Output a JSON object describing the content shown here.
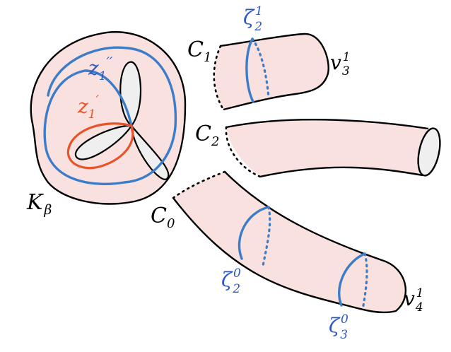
{
  "colors": {
    "surface_fill": "#f9e1df",
    "hole_fill": "#efefef",
    "outline": "#000000",
    "blue_curve": "#3d7cc9",
    "red_curve": "#e8532a",
    "blue_text": "#2f57c8",
    "red_text": "#e8532a"
  },
  "labels": {
    "K": {
      "main": "K",
      "sub": "β"
    },
    "z1pp": {
      "main": "z",
      "sub": "1",
      "sup": "′′"
    },
    "z1p": {
      "main": "z",
      "sub": "1",
      "sup": "′"
    },
    "C0": {
      "main": "C",
      "sub": "0"
    },
    "C1": {
      "main": "C",
      "sub": "1"
    },
    "C2": {
      "main": "C",
      "sub": "2"
    },
    "zeta21": {
      "main": "ζ",
      "sub": "2",
      "sup": "1"
    },
    "zeta20": {
      "main": "ζ",
      "sub": "2",
      "sup": "0"
    },
    "zeta30": {
      "main": "ζ",
      "sub": "3",
      "sup": "0"
    },
    "v31": {
      "main": "v",
      "sub": "3",
      "sup": "1"
    },
    "v41": {
      "main": "v",
      "sub": "4",
      "sup": "1"
    }
  }
}
